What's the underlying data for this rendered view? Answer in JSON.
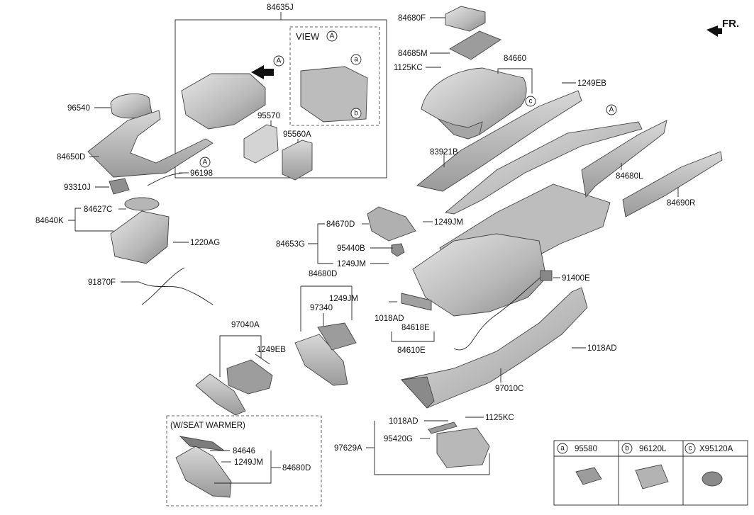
{
  "labels": {
    "p84635J": "84635J",
    "p84680F": "84680F",
    "p84685M": "84685M",
    "p1125KC_a": "1125KC",
    "p84660": "84660",
    "p1249EB_a": "1249EB",
    "view": "VIEW",
    "p96540": "96540",
    "p95570": "95570",
    "p95560A": "95560A",
    "p84650D": "84650D",
    "p96198": "96198",
    "p93310J": "93310J",
    "p84627C": "84627C",
    "p84640K": "84640K",
    "p1220AG": "1220AG",
    "p91870F": "91870F",
    "p83921B": "83921B",
    "p84680L": "84680L",
    "p84690R": "84690R",
    "p84670D": "84670D",
    "p84653G": "84653G",
    "p95440B": "95440B",
    "p1249JM_a": "1249JM",
    "p1249JM_b": "1249JM",
    "p84680D_a": "84680D",
    "p1249JM_c": "1249JM",
    "p97340": "97340",
    "p91400E": "91400E",
    "p1018AD_a": "1018AD",
    "p84618E": "84618E",
    "p84610E": "84610E",
    "p1018AD_b": "1018AD",
    "p97040A": "97040A",
    "p1249EB_b": "1249EB",
    "p97010C": "97010C",
    "seat_warmer": "(W/SEAT WARMER)",
    "p84646": "84646",
    "p1249JM_d": "1249JM",
    "p84680D_b": "84680D",
    "p1018AD_c": "1018AD",
    "p1125KC_b": "1125KC",
    "p95420G": "95420G",
    "p97629A": "97629A",
    "fr": "FR."
  },
  "circle_letters": {
    "A": "A",
    "a": "a",
    "b": "b",
    "c": "c"
  },
  "legend": {
    "a_part": "95580",
    "b_part": "96120L",
    "c_part": "X95120A"
  },
  "colors": {
    "part_fill": "#c9c9c9",
    "part_dark": "#8e8e8e",
    "part_light": "#e4e4e4",
    "line": "#222222"
  }
}
